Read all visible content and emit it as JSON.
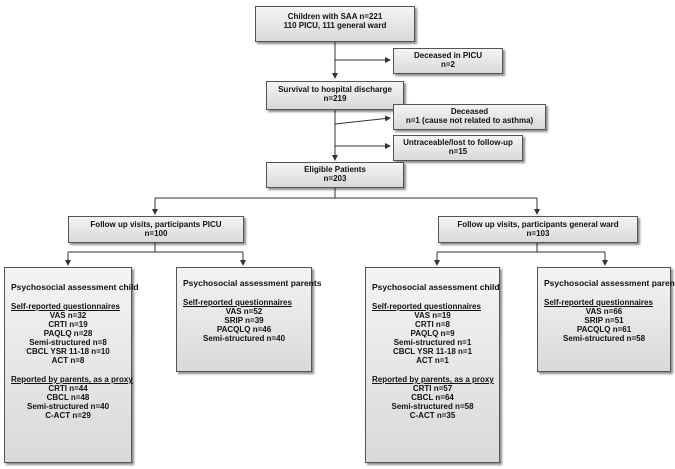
{
  "flow": {
    "start": {
      "line1": "Children with SAA n=221",
      "line2": "110 PICU, 111 general ward"
    },
    "deceased_picu": {
      "line1": "Deceased in PICU",
      "line2": "n=2"
    },
    "survival": {
      "line1": "Survival to hospital discharge",
      "line2": "n=219"
    },
    "deceased": {
      "line1": "Deceased",
      "line2": "n=1 (cause not related to asthma)"
    },
    "untraceable": {
      "line1": "Untraceable/lost to follow-up",
      "line2": "n=15"
    },
    "eligible": {
      "line1": "Eligible Patients",
      "line2": "n=203"
    },
    "followup_picu": {
      "line1": "Follow up visits, participants PICU",
      "line2": "n=100"
    },
    "followup_ward": {
      "line1": "Follow up visits, participants general ward",
      "line2": "n=103"
    }
  },
  "picu_child": {
    "title": "Psychosocial assessment child",
    "self_heading": "Self-reported questionnaires",
    "self_items": [
      "VAS n=32",
      "CRTI n=19",
      "PAQLQ n=28",
      "Semi-structured n=8",
      "CBCL YSR 11-18 n=10",
      "ACT n=8"
    ],
    "proxy_heading": "Reported by parents, as a proxy",
    "proxy_items": [
      "CRTI n=44",
      "CBCL n=48",
      "Semi-structured n=40",
      "C-ACT n=29"
    ]
  },
  "picu_parents": {
    "title": "Psychosocial assessment parents",
    "self_heading": "Self-reported questionnaires",
    "self_items": [
      "VAS n=52",
      "SRIP n=39",
      "PACQLQ n=46",
      "Semi-structured n=40"
    ]
  },
  "ward_child": {
    "title": "Psychosocial assessment child",
    "self_heading": "Self-reported questionnaires",
    "self_items": [
      "VAS n=19",
      "CRTI n=8",
      "PAQLQ n=9",
      "Semi-structured n=1",
      "CBCL YSR 11-18 n=1",
      "ACT n=1"
    ],
    "proxy_heading": "Reported by parents, as a proxy",
    "proxy_items": [
      "CRTI n=57",
      "CBCL n=64",
      "Semi-structured n=58",
      "C-ACT n=35"
    ]
  },
  "ward_parents": {
    "title": "Psychosocial assessment parents",
    "self_heading": "Self-reported questionnaires",
    "self_items": [
      "VAS n=66",
      "SRIP n=51",
      "PACQLQ n=61",
      "Semi-structured n=58"
    ]
  }
}
